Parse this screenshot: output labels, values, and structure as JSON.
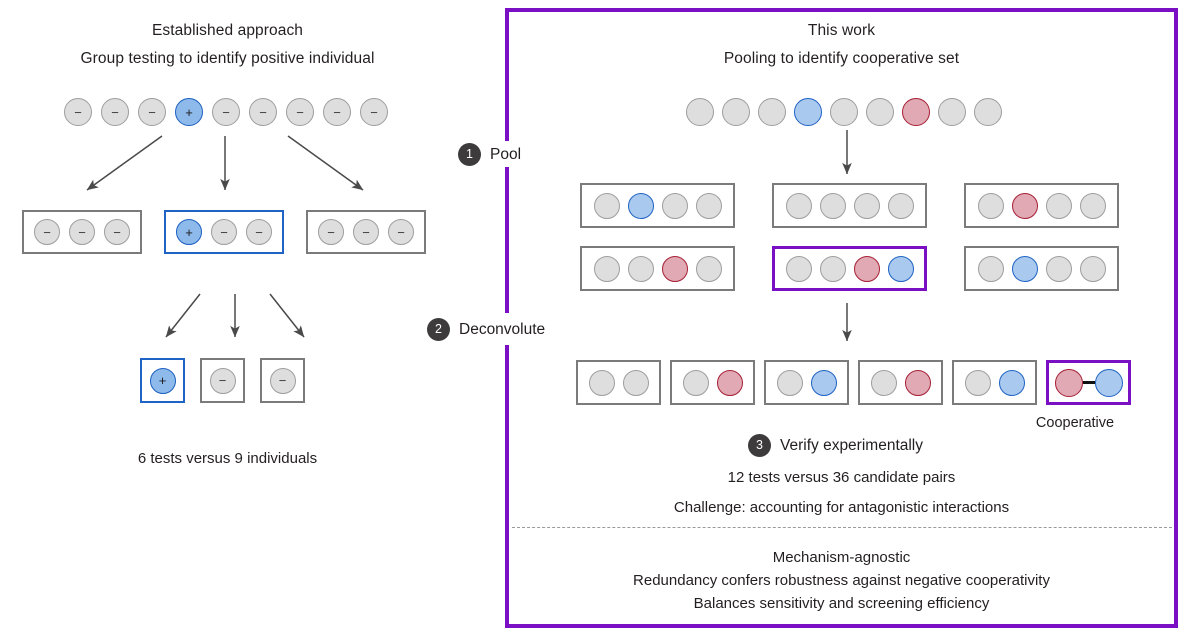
{
  "left_panel": {
    "title": "Established approach",
    "subtitle": "Group testing to identify positive individual",
    "individuals": [
      {
        "sign": "−",
        "state": "negative"
      },
      {
        "sign": "−",
        "state": "negative"
      },
      {
        "sign": "−",
        "state": "negative"
      },
      {
        "sign": "+",
        "state": "positive"
      },
      {
        "sign": "−",
        "state": "negative"
      },
      {
        "sign": "−",
        "state": "negative"
      },
      {
        "sign": "−",
        "state": "negative"
      },
      {
        "sign": "−",
        "state": "negative"
      },
      {
        "sign": "−",
        "state": "negative"
      }
    ],
    "groups": [
      {
        "highlight": "none",
        "members": [
          {
            "sign": "−",
            "state": "negative"
          },
          {
            "sign": "−",
            "state": "negative"
          },
          {
            "sign": "−",
            "state": "negative"
          }
        ]
      },
      {
        "highlight": "positive",
        "members": [
          {
            "sign": "+",
            "state": "positive"
          },
          {
            "sign": "−",
            "state": "negative"
          },
          {
            "sign": "−",
            "state": "negative"
          }
        ]
      },
      {
        "highlight": "none",
        "members": [
          {
            "sign": "−",
            "state": "negative"
          },
          {
            "sign": "−",
            "state": "negative"
          },
          {
            "sign": "−",
            "state": "negative"
          }
        ]
      }
    ],
    "singles": [
      {
        "highlight": "positive",
        "sign": "+",
        "state": "positive"
      },
      {
        "highlight": "none",
        "sign": "−",
        "state": "negative"
      },
      {
        "highlight": "none",
        "sign": "−",
        "state": "negative"
      }
    ],
    "footer": "6 tests versus 9 individuals"
  },
  "steps": [
    {
      "number": "1",
      "label": "Pool"
    },
    {
      "number": "2",
      "label": "Deconvolute"
    },
    {
      "number": "3",
      "label": "Verify experimentally"
    }
  ],
  "right_panel": {
    "title": "This work",
    "subtitle": "Pooling to identify cooperative set",
    "library": [
      "gray",
      "gray",
      "gray",
      "blue",
      "gray",
      "gray",
      "red",
      "gray",
      "gray"
    ],
    "pools": [
      {
        "highlight": "none",
        "members": [
          "gray",
          "blue",
          "gray",
          "gray"
        ]
      },
      {
        "highlight": "none",
        "members": [
          "gray",
          "gray",
          "gray",
          "gray"
        ]
      },
      {
        "highlight": "none",
        "members": [
          "gray",
          "red",
          "gray",
          "gray"
        ]
      },
      {
        "highlight": "none",
        "members": [
          "gray",
          "gray",
          "red",
          "gray"
        ]
      },
      {
        "highlight": "purple",
        "members": [
          "gray",
          "gray",
          "red",
          "blue"
        ]
      },
      {
        "highlight": "none",
        "members": [
          "gray",
          "blue",
          "gray",
          "gray"
        ]
      }
    ],
    "pairs": [
      {
        "highlight": "none",
        "linked": false,
        "members": [
          "gray",
          "gray"
        ]
      },
      {
        "highlight": "none",
        "linked": false,
        "members": [
          "gray",
          "red"
        ]
      },
      {
        "highlight": "none",
        "linked": false,
        "members": [
          "gray",
          "blue"
        ]
      },
      {
        "highlight": "none",
        "linked": false,
        "members": [
          "gray",
          "red"
        ]
      },
      {
        "highlight": "none",
        "linked": false,
        "members": [
          "gray",
          "blue"
        ]
      },
      {
        "highlight": "purple",
        "linked": true,
        "members": [
          "red",
          "blue"
        ]
      }
    ],
    "cooperative_label": "Cooperative",
    "summary": [
      "12 tests versus 36 candidate pairs",
      "Challenge: accounting for antagonistic interactions"
    ],
    "advantages": [
      "Mechanism-agnostic",
      "Redundancy confers robustness against negative cooperativity",
      "Balances sensitivity and screening efficiency"
    ]
  },
  "colors": {
    "purple": "#7b0fc4",
    "blue_fill": "#a9c9ee",
    "blue_stroke": "#1f63c4",
    "red_fill": "#e0a9b4",
    "red_stroke": "#a61f34",
    "gray_fill": "#dedede",
    "gray_stroke": "#9e9e9e",
    "badge": "#3e3b3c",
    "box_gray": "#7b7b7b"
  }
}
